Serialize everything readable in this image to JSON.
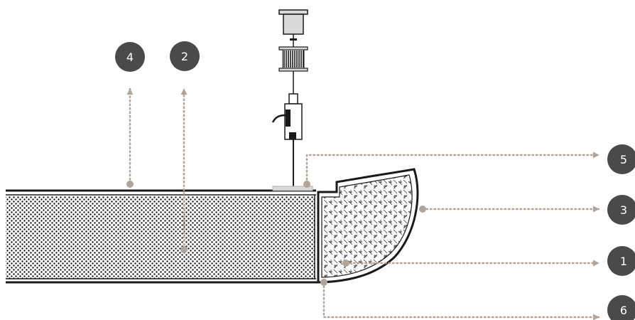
{
  "diagram": {
    "callouts": [
      {
        "id": "callout-4",
        "label": "4"
      },
      {
        "id": "callout-2",
        "label": "2"
      },
      {
        "id": "callout-5",
        "label": "5"
      },
      {
        "id": "callout-3",
        "label": "3"
      },
      {
        "id": "callout-1",
        "label": "1"
      },
      {
        "id": "callout-6",
        "label": "6"
      }
    ],
    "colors": {
      "badge": "#4a4a4a",
      "leader": "#b0a59a",
      "outline": "#1a1a1a",
      "hardware_fill": "#d9d9d9"
    },
    "icons": [
      "ceiling-anchor-icon",
      "cable-spring-icon",
      "cable-gripper-icon",
      "ceiling-plate-icon"
    ]
  }
}
